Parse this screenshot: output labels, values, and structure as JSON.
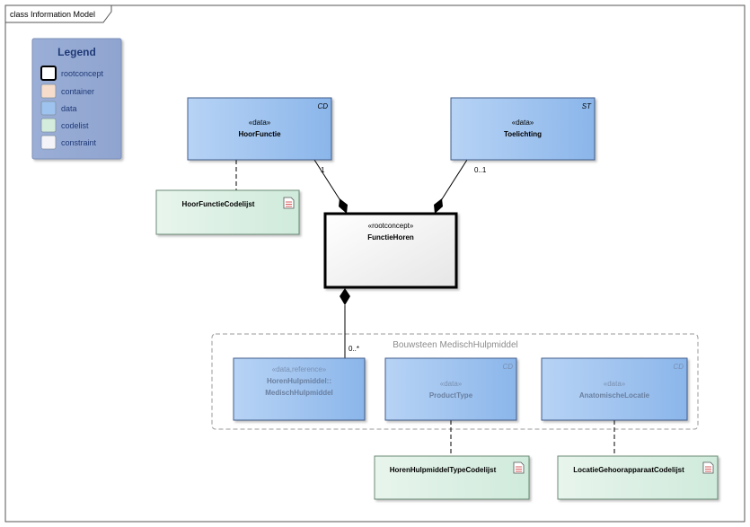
{
  "diagram": {
    "frame_label": "class Information Model",
    "legend": {
      "title": "Legend",
      "items": [
        {
          "label": "rootconcept",
          "color": "#ffffff"
        },
        {
          "label": "container",
          "color": "#f5dccb"
        },
        {
          "label": "data",
          "color": "#9ec3ef"
        },
        {
          "label": "codelist",
          "color": "#d4ecdc"
        },
        {
          "label": "constraint",
          "color": "#f3f3f8"
        }
      ]
    },
    "classes": {
      "hoorfunctie": {
        "stereotype": "«data»",
        "name": "HoorFunctie",
        "tag": "CD"
      },
      "toelichting": {
        "stereotype": "«data»",
        "name": "Toelichting",
        "tag": "ST"
      },
      "functiehoren": {
        "stereotype": "«rootconcept»",
        "name": "FunctieHoren"
      },
      "hoorfunctiecodelijst": {
        "name": "HoorFunctieCodelijst"
      },
      "horenhulpmiddel": {
        "stereotype": "«data,reference»",
        "name_line1": "HorenHulpmiddel::",
        "name_line2": "MedischHulpmiddel"
      },
      "producttype": {
        "stereotype": "«data»",
        "name": "ProductType",
        "tag": "CD"
      },
      "anatomischelocatie": {
        "stereotype": "«data»",
        "name": "AnatomischeLocatie",
        "tag": "CD"
      },
      "horenhulpmiddeltypecodelijst": {
        "name": "HorenHulpmiddelTypeCodelijst"
      },
      "locatiegehoorapparaatcodelijst": {
        "name": "LocatieGehoorapparaatCodelijst"
      }
    },
    "package": {
      "label": "Bouwsteen MedischHulpmiddel"
    },
    "multiplicities": {
      "hoorfunctie": "1",
      "toelichting": "0..1",
      "horenhulpmiddel": "0..*"
    }
  }
}
